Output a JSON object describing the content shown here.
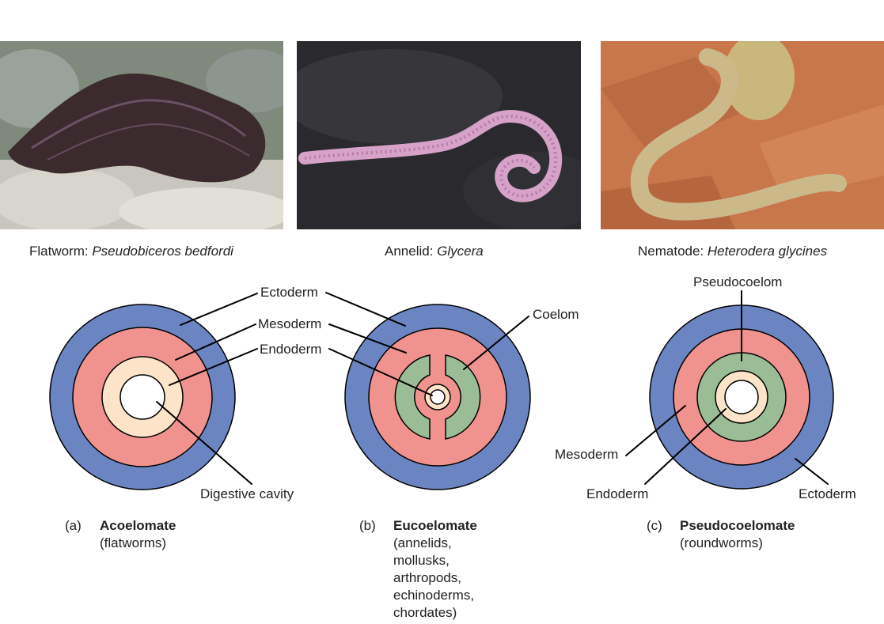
{
  "photos": [
    {
      "caption_prefix": "Flatworm: ",
      "caption_species": "Pseudobiceros bedfordi"
    },
    {
      "caption_prefix": "Annelid: ",
      "caption_species": "Glycera"
    },
    {
      "caption_prefix": "Nematode: ",
      "caption_species": "Heterodera glycines"
    }
  ],
  "colors": {
    "ectoderm": "#6b85c2",
    "mesoderm": "#f0938e",
    "endoderm": "#fde4c8",
    "coelom": "#9abd95",
    "cavity": "#ffffff"
  },
  "diagrams": {
    "a": {
      "labels": {
        "ectoderm": "Ectoderm",
        "mesoderm": "Mesoderm",
        "endoderm": "Endoderm",
        "cavity": "Digestive cavity"
      },
      "letter": "(a)",
      "name": "Acoelomate",
      "description": "(flatworms)"
    },
    "b": {
      "labels": {
        "coelom": "Coelom"
      },
      "letter": "(b)",
      "name": "Eucoelomate",
      "description": "(annelids,\nmollusks,\narthropods,\nechinoderms,\nchordates)"
    },
    "c": {
      "labels": {
        "pseudocoelom": "Pseudocoelom",
        "mesoderm": "Mesoderm",
        "endoderm": "Endoderm",
        "ectoderm": "Ectoderm"
      },
      "letter": "(c)",
      "name": "Pseudocoelomate",
      "description": "(roundworms)"
    }
  }
}
